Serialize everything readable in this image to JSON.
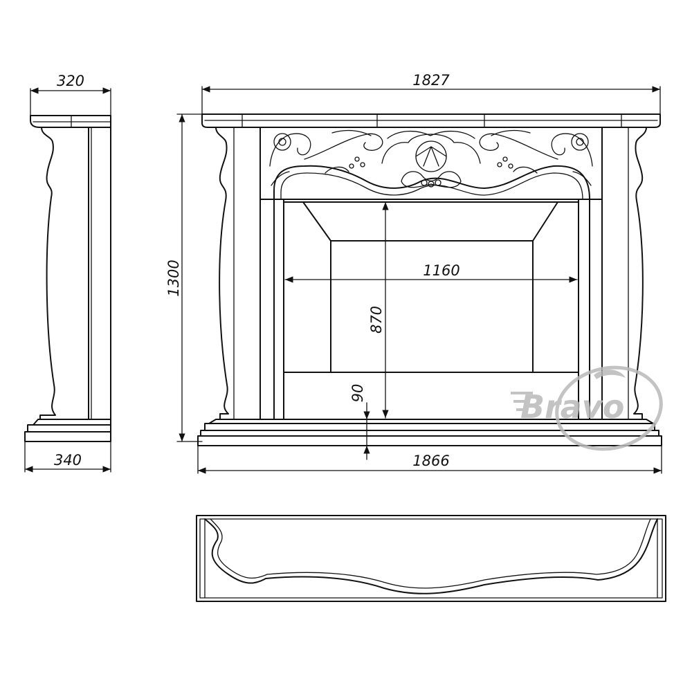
{
  "watermark": {
    "brand": "Bravo"
  },
  "dimensions": {
    "side_top_depth": "320",
    "front_top_width": "1827",
    "overall_height": "1300",
    "opening_width": "1160",
    "opening_height": "870",
    "hearth_height": "90",
    "side_base_depth": "340",
    "front_base_width": "1866"
  },
  "colors": {
    "line": "#111111",
    "watermark": "#b9b9b9",
    "background": "#ffffff"
  }
}
